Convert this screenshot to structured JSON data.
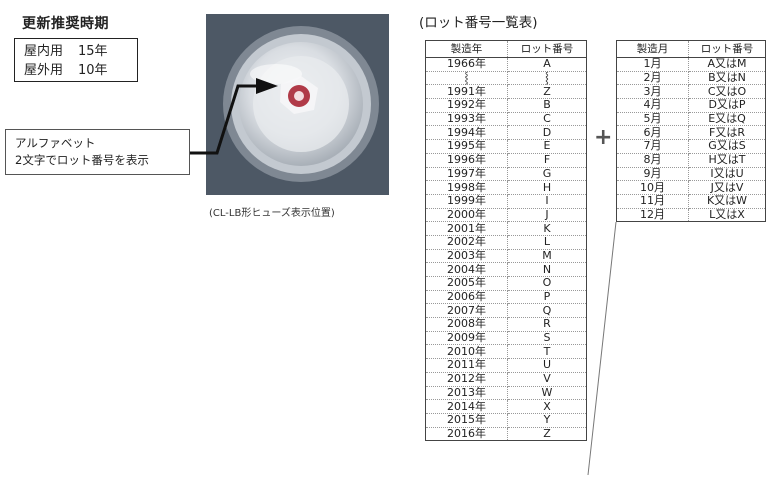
{
  "recommended": {
    "title": "更新推奨時期",
    "rows": [
      {
        "location": "屋内用",
        "period": "15年"
      },
      {
        "location": "屋外用",
        "period": "10年"
      }
    ]
  },
  "callout": {
    "line1": "アルファベット",
    "line2": "2文字でロット番号を表示"
  },
  "photo": {
    "caption": "(CL-LB形ヒューズ表示位置)"
  },
  "lot_table": {
    "title": "(ロット番号一覧表)",
    "year_header": [
      "製造年",
      "ロット番号"
    ],
    "years": [
      [
        "1966年",
        "A"
      ],
      [
        "⸾",
        "⸾"
      ],
      [
        "1991年",
        "Z"
      ],
      [
        "1992年",
        "B"
      ],
      [
        "1993年",
        "C"
      ],
      [
        "1994年",
        "D"
      ],
      [
        "1995年",
        "E"
      ],
      [
        "1996年",
        "F"
      ],
      [
        "1997年",
        "G"
      ],
      [
        "1998年",
        "H"
      ],
      [
        "1999年",
        "I"
      ],
      [
        "2000年",
        "J"
      ],
      [
        "2001年",
        "K"
      ],
      [
        "2002年",
        "L"
      ],
      [
        "2003年",
        "M"
      ],
      [
        "2004年",
        "N"
      ],
      [
        "2005年",
        "O"
      ],
      [
        "2006年",
        "P"
      ],
      [
        "2007年",
        "Q"
      ],
      [
        "2008年",
        "R"
      ],
      [
        "2009年",
        "S"
      ],
      [
        "2010年",
        "T"
      ],
      [
        "2011年",
        "U"
      ],
      [
        "2012年",
        "V"
      ],
      [
        "2013年",
        "W"
      ],
      [
        "2014年",
        "X"
      ],
      [
        "2015年",
        "Y"
      ],
      [
        "2016年",
        "Z"
      ]
    ],
    "plus": "+",
    "month_header": [
      "製造月",
      "ロット番号"
    ],
    "months": [
      [
        "1月",
        "A又はM"
      ],
      [
        "2月",
        "B又はN"
      ],
      [
        "3月",
        "C又はO"
      ],
      [
        "4月",
        "D又はP"
      ],
      [
        "5月",
        "E又はQ"
      ],
      [
        "6月",
        "F又はR"
      ],
      [
        "7月",
        "G又はS"
      ],
      [
        "8月",
        "H又はT"
      ],
      [
        "9月",
        "I又はU"
      ],
      [
        "10月",
        "J又はV"
      ],
      [
        "11月",
        "K又はW"
      ],
      [
        "12月",
        "L又はX"
      ]
    ]
  }
}
